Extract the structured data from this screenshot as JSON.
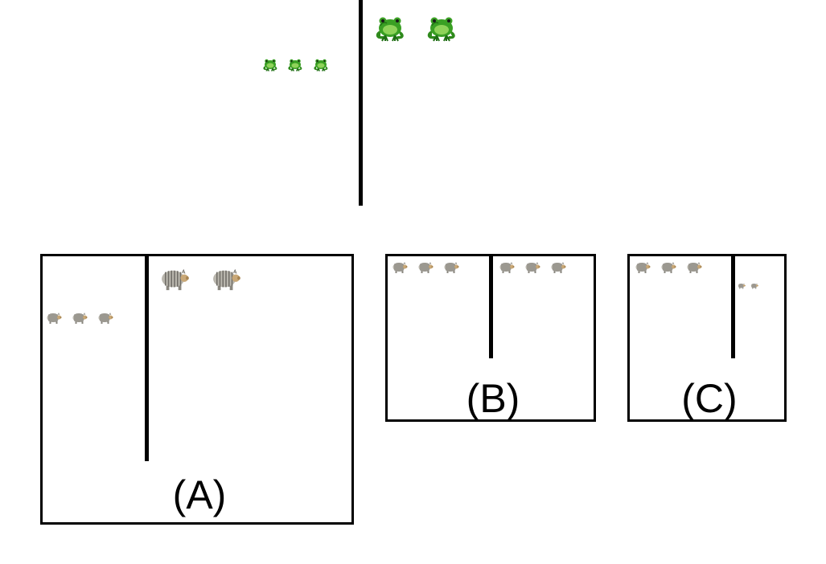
{
  "options": [
    {
      "id": "A",
      "label": "(A)"
    },
    {
      "id": "B",
      "label": "(B)"
    },
    {
      "id": "C",
      "label": "(C)"
    }
  ],
  "icons": {
    "frog": "frog-icon",
    "pig": "pig-icon"
  },
  "colors": {
    "frog_body": "#3aa024",
    "frog_dark": "#1f6e14",
    "frog_light": "#8fd35a",
    "pig_body": "#b9b6ad",
    "pig_stripe": "#6f6c66",
    "pig_snout": "#c9a877"
  },
  "groups": {
    "top_left_small_frogs": 3,
    "top_right_large_frogs": 2,
    "a_left_small_pigs": 3,
    "a_right_large_pigs": 2,
    "b_left_small_pigs": 3,
    "b_right_small_pigs": 3,
    "c_left_small_pigs": 3,
    "c_right_tiny_pigs": 2
  }
}
